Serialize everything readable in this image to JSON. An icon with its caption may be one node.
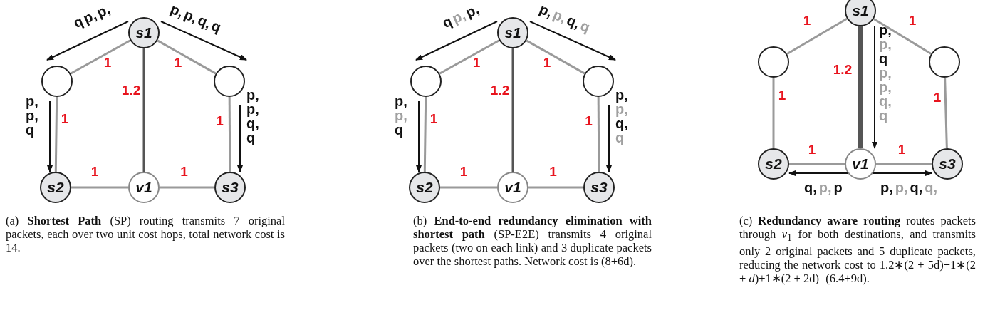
{
  "diagram": {
    "nodes": [
      {
        "text": [
          "s1"
        ]
      },
      {
        "text": [],
        "shape": "circle"
      },
      {
        "text": [],
        "shape": "circle"
      },
      {
        "text": [
          "s2"
        ]
      },
      {
        "text": [
          "v1"
        ]
      },
      {
        "text": [
          "s3"
        ]
      },
      {
        "text": [
          "s1"
        ]
      },
      {
        "text": [],
        "shape": "circle"
      },
      {
        "text": [],
        "shape": "circle"
      },
      {
        "text": [
          "s2"
        ]
      },
      {
        "text": [
          "v1"
        ]
      },
      {
        "text": [
          "s3"
        ]
      },
      {
        "text": [
          "s1"
        ]
      },
      {
        "text": [],
        "shape": "circle"
      },
      {
        "text": [],
        "shape": "circle"
      },
      {
        "text": [
          "s2"
        ]
      },
      {
        "text": [
          "v1"
        ]
      },
      {
        "text": [
          "s3"
        ]
      }
    ],
    "edges": [
      {
        "from": 0,
        "to": 1,
        "arrow": "none",
        "label": "1"
      },
      {
        "from": 0,
        "to": 2,
        "arrow": "none",
        "label": "1"
      },
      {
        "from": 0,
        "to": 4,
        "arrow": "none",
        "label": "1.2",
        "color": "#555555"
      },
      {
        "from": 1,
        "to": 3,
        "arrow": "none",
        "label": "1"
      },
      {
        "from": 2,
        "to": 5,
        "arrow": "none",
        "label": "1"
      },
      {
        "from": 3,
        "to": 4,
        "arrow": "none",
        "label": "1"
      },
      {
        "from": 4,
        "to": 5,
        "arrow": "none",
        "label": "1"
      },
      {
        "from": 6,
        "to": 7,
        "arrow": "none",
        "label": "1"
      },
      {
        "from": 6,
        "to": 8,
        "arrow": "none",
        "label": "1"
      },
      {
        "from": 6,
        "to": 10,
        "arrow": "none",
        "label": "1.2",
        "color": "#555555"
      },
      {
        "from": 7,
        "to": 9,
        "arrow": "none",
        "label": "1"
      },
      {
        "from": 8,
        "to": 11,
        "arrow": "none",
        "label": "1"
      },
      {
        "from": 9,
        "to": 10,
        "arrow": "none",
        "label": "1"
      },
      {
        "from": 10,
        "to": 11,
        "arrow": "none",
        "label": "1"
      },
      {
        "from": 12,
        "to": 13,
        "arrow": "none",
        "label": "1"
      },
      {
        "from": 12,
        "to": 14,
        "arrow": "none",
        "label": "1"
      },
      {
        "from": 12,
        "to": 16,
        "arrow": "none",
        "label": "1.2",
        "style": "thick",
        "color": "#555555"
      },
      {
        "from": 13,
        "to": 15,
        "arrow": "none",
        "label": "1"
      },
      {
        "from": 14,
        "to": 17,
        "arrow": "none",
        "label": "1"
      },
      {
        "from": 15,
        "to": 16,
        "arrow": "none",
        "label": "1"
      },
      {
        "from": 16,
        "to": 17,
        "arrow": "none",
        "label": "1"
      },
      {
        "from": 0,
        "to": 1,
        "arrow": "to",
        "color": "#111111"
      },
      {
        "from": 0,
        "to": 2,
        "arrow": "to",
        "color": "#111111"
      },
      {
        "from": 1,
        "to": 3,
        "arrow": "to",
        "color": "#111111"
      },
      {
        "from": 2,
        "to": 5,
        "arrow": "to",
        "color": "#111111"
      },
      {
        "from": 6,
        "to": 7,
        "arrow": "to",
        "color": "#111111"
      },
      {
        "from": 6,
        "to": 8,
        "arrow": "to",
        "color": "#111111"
      },
      {
        "from": 7,
        "to": 9,
        "arrow": "to",
        "color": "#111111"
      },
      {
        "from": 8,
        "to": 11,
        "arrow": "to",
        "color": "#111111"
      },
      {
        "from": 12,
        "to": 16,
        "arrow": "to",
        "color": "#111111"
      },
      {
        "from": 16,
        "to": 15,
        "arrow": "to",
        "color": "#111111"
      },
      {
        "from": 16,
        "to": 17,
        "arrow": "to",
        "color": "#111111"
      }
    ],
    "labels": [
      "q",
      "p,",
      "p,",
      "p,",
      "p,",
      "q,",
      "q",
      "p,",
      "p,",
      "q",
      "p,",
      "p,",
      "q,",
      "q",
      "q",
      "p,",
      "p,",
      "p,",
      "p,",
      "q,",
      "q",
      "p,",
      "p,",
      "q",
      "p,",
      "p,",
      "q,",
      "q",
      "p,",
      "p,",
      "q",
      "p,",
      "p,",
      "q,",
      "q",
      "q,",
      "p,",
      "p",
      "p,",
      "p,",
      "q,",
      "q,",
      "(a) **Shortest Path** (SP) routing transmits 7 original packets, each over two unit cost hops, total network cost is 14.",
      "(b) **End-to-end redundancy elimination with shortest path** (SP-E2E) transmits 4 original packets (two on each link) and 3 duplicate packets over the shortest paths. Network cost is (8+6d).",
      "(c) **Redundancy aware routing** routes packets through *v*$_{1}$ for both destinations, and transmits only 2 original packets and 5 duplicate packets, reducing the network cost to 1.2∗(2 + 5d)+1∗(2 + *d*)+1∗(2 + 2d)=(6.4+9d)."
    ]
  }
}
